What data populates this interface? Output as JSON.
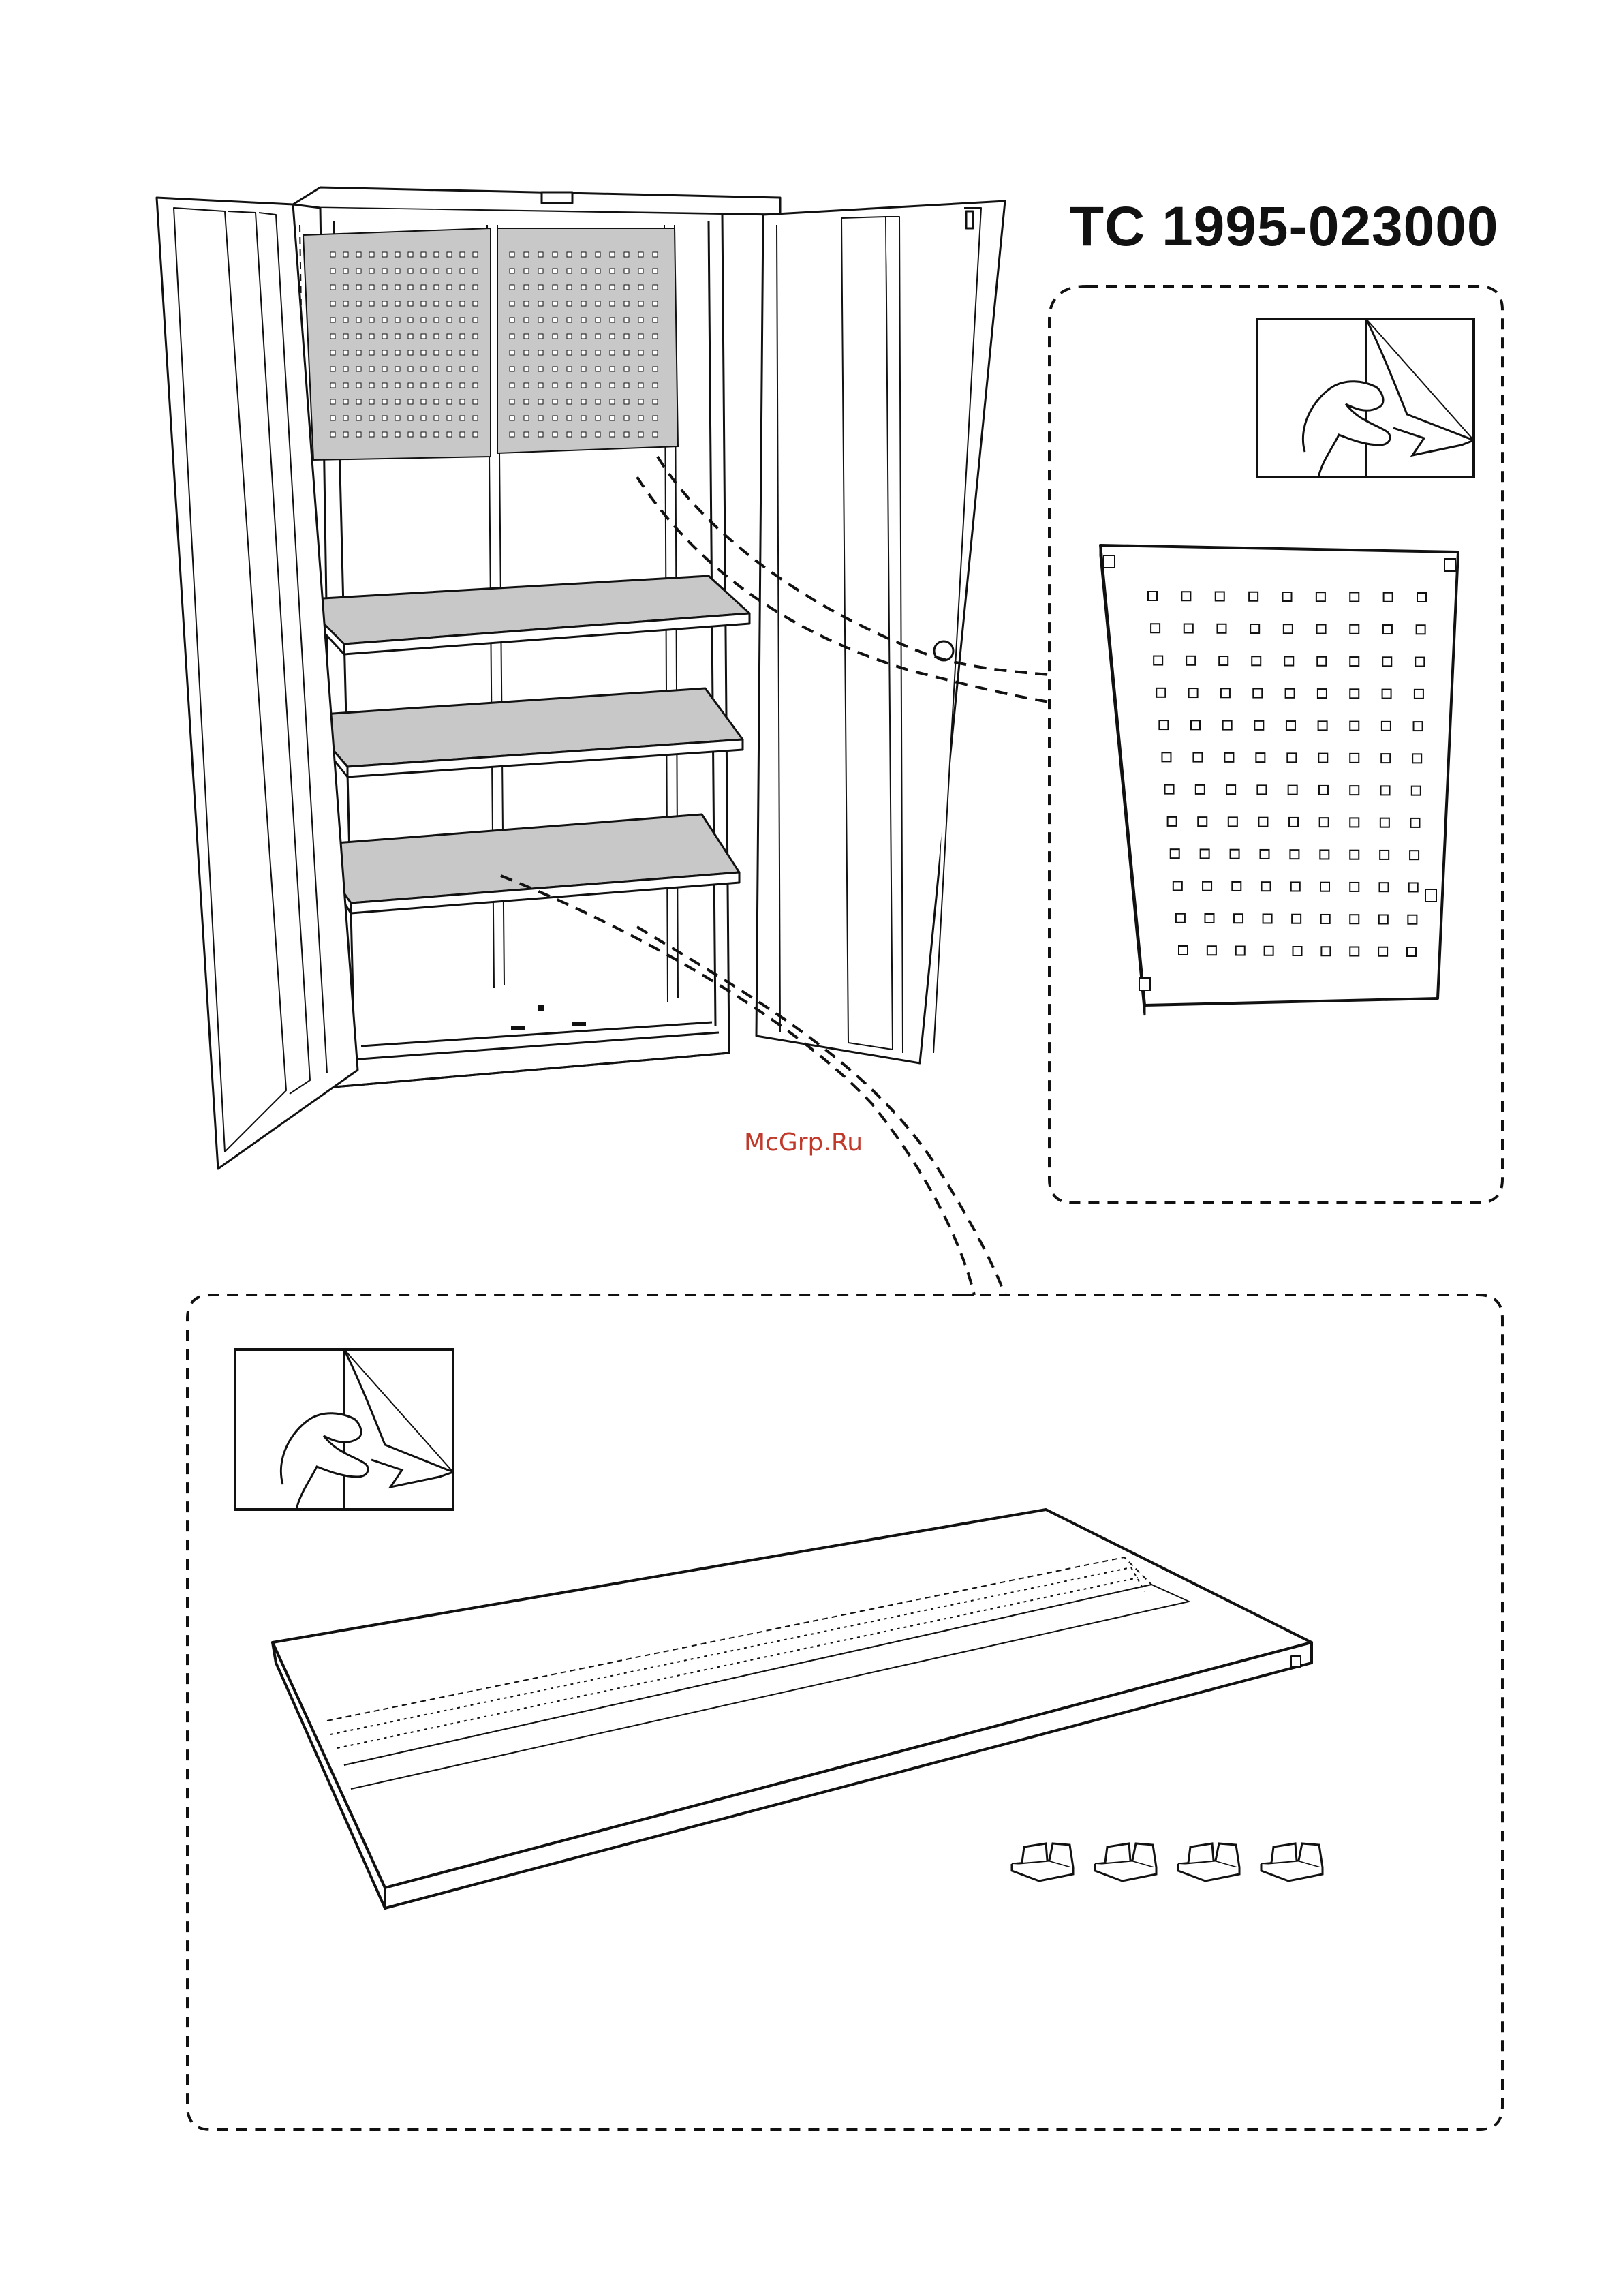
{
  "document": {
    "model_number": "TC 1995-023000",
    "watermark": "McGrp.Ru"
  },
  "figures": {
    "cabinet": {
      "name": "cabinet-illustration",
      "shelves": 3,
      "pegboard_panels": 2
    },
    "pegboard_detail": {
      "name": "pegboard-panel-detail",
      "hole_rows": 12,
      "hole_cols": 9
    },
    "shelf_detail": {
      "name": "shelf-detail",
      "clips": 4
    },
    "icons": [
      "peel-film-icon",
      "peel-film-icon"
    ]
  },
  "colors": {
    "line": "#111111",
    "panel_fill": "#c8c8c8",
    "watermark": "#c0392b"
  }
}
